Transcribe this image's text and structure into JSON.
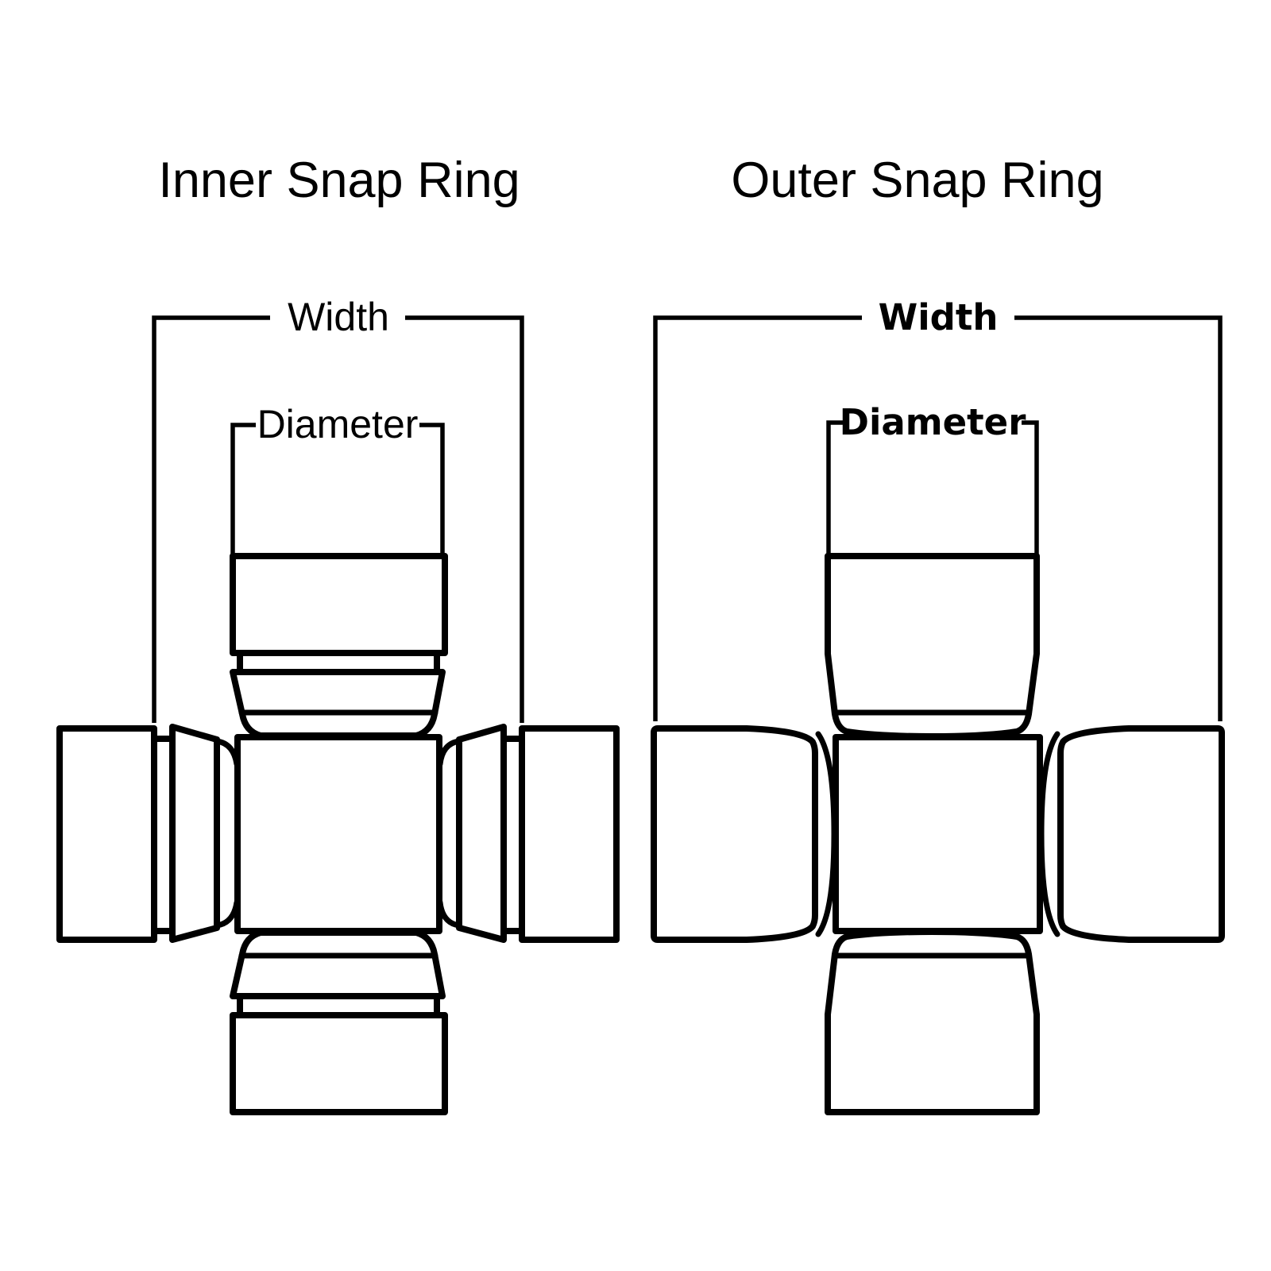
{
  "page": {
    "background": "#ffffff",
    "line_color": "#000000",
    "text_color": "#000000"
  },
  "diagrams": [
    {
      "title": "Inner Snap Ring",
      "width_label": "Width",
      "diameter_label": "Diameter"
    },
    {
      "title": "Outer Snap Ring",
      "width_label": "Width",
      "diameter_label": "Diameter"
    }
  ]
}
